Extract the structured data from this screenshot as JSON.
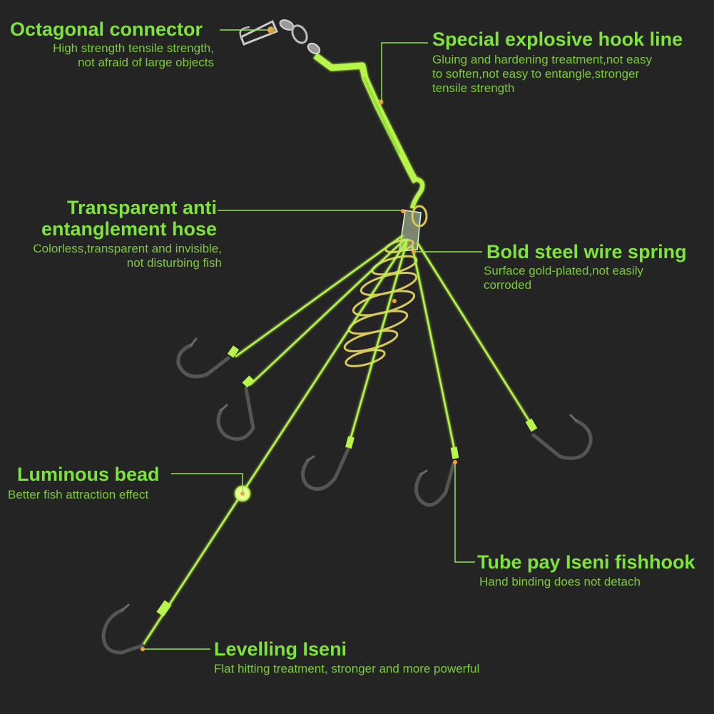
{
  "colors": {
    "background": "#242424",
    "title": "#7ee33a",
    "description": "#7dc93c",
    "leader_line": "#8fe84b",
    "fishing_line": "#b8f54a",
    "spring": "#d8c85a",
    "hook": "#4a4a4a",
    "bead": "#e8ff9a"
  },
  "labels": {
    "octagonal_connector": {
      "title": "Octagonal connector",
      "desc_line1": "High strength tensile strength,",
      "desc_line2": "not afraid of large objects"
    },
    "hook_line": {
      "title": "Special explosive hook line",
      "desc_line1": "Gluing and hardening treatment,not easy",
      "desc_line2": "to soften,not easy to entangle,stronger",
      "desc_line3": "tensile strength"
    },
    "hose": {
      "title_line1": "Transparent anti",
      "title_line2": "entanglement hose",
      "desc_line1": "Colorless,transparent and invisible,",
      "desc_line2": "not disturbing fish"
    },
    "spring": {
      "title": "Bold steel wire spring",
      "desc_line1": "Surface gold-plated,not easily",
      "desc_line2": "corroded"
    },
    "bead": {
      "title": "Luminous bead",
      "desc": "Better fish attraction effect"
    },
    "fishhook": {
      "title": "Tube pay Iseni fishhook",
      "desc": "Hand binding does not detach"
    },
    "levelling": {
      "title": "Levelling Iseni",
      "desc": "Flat hitting treatment, stronger and more powerful"
    }
  }
}
